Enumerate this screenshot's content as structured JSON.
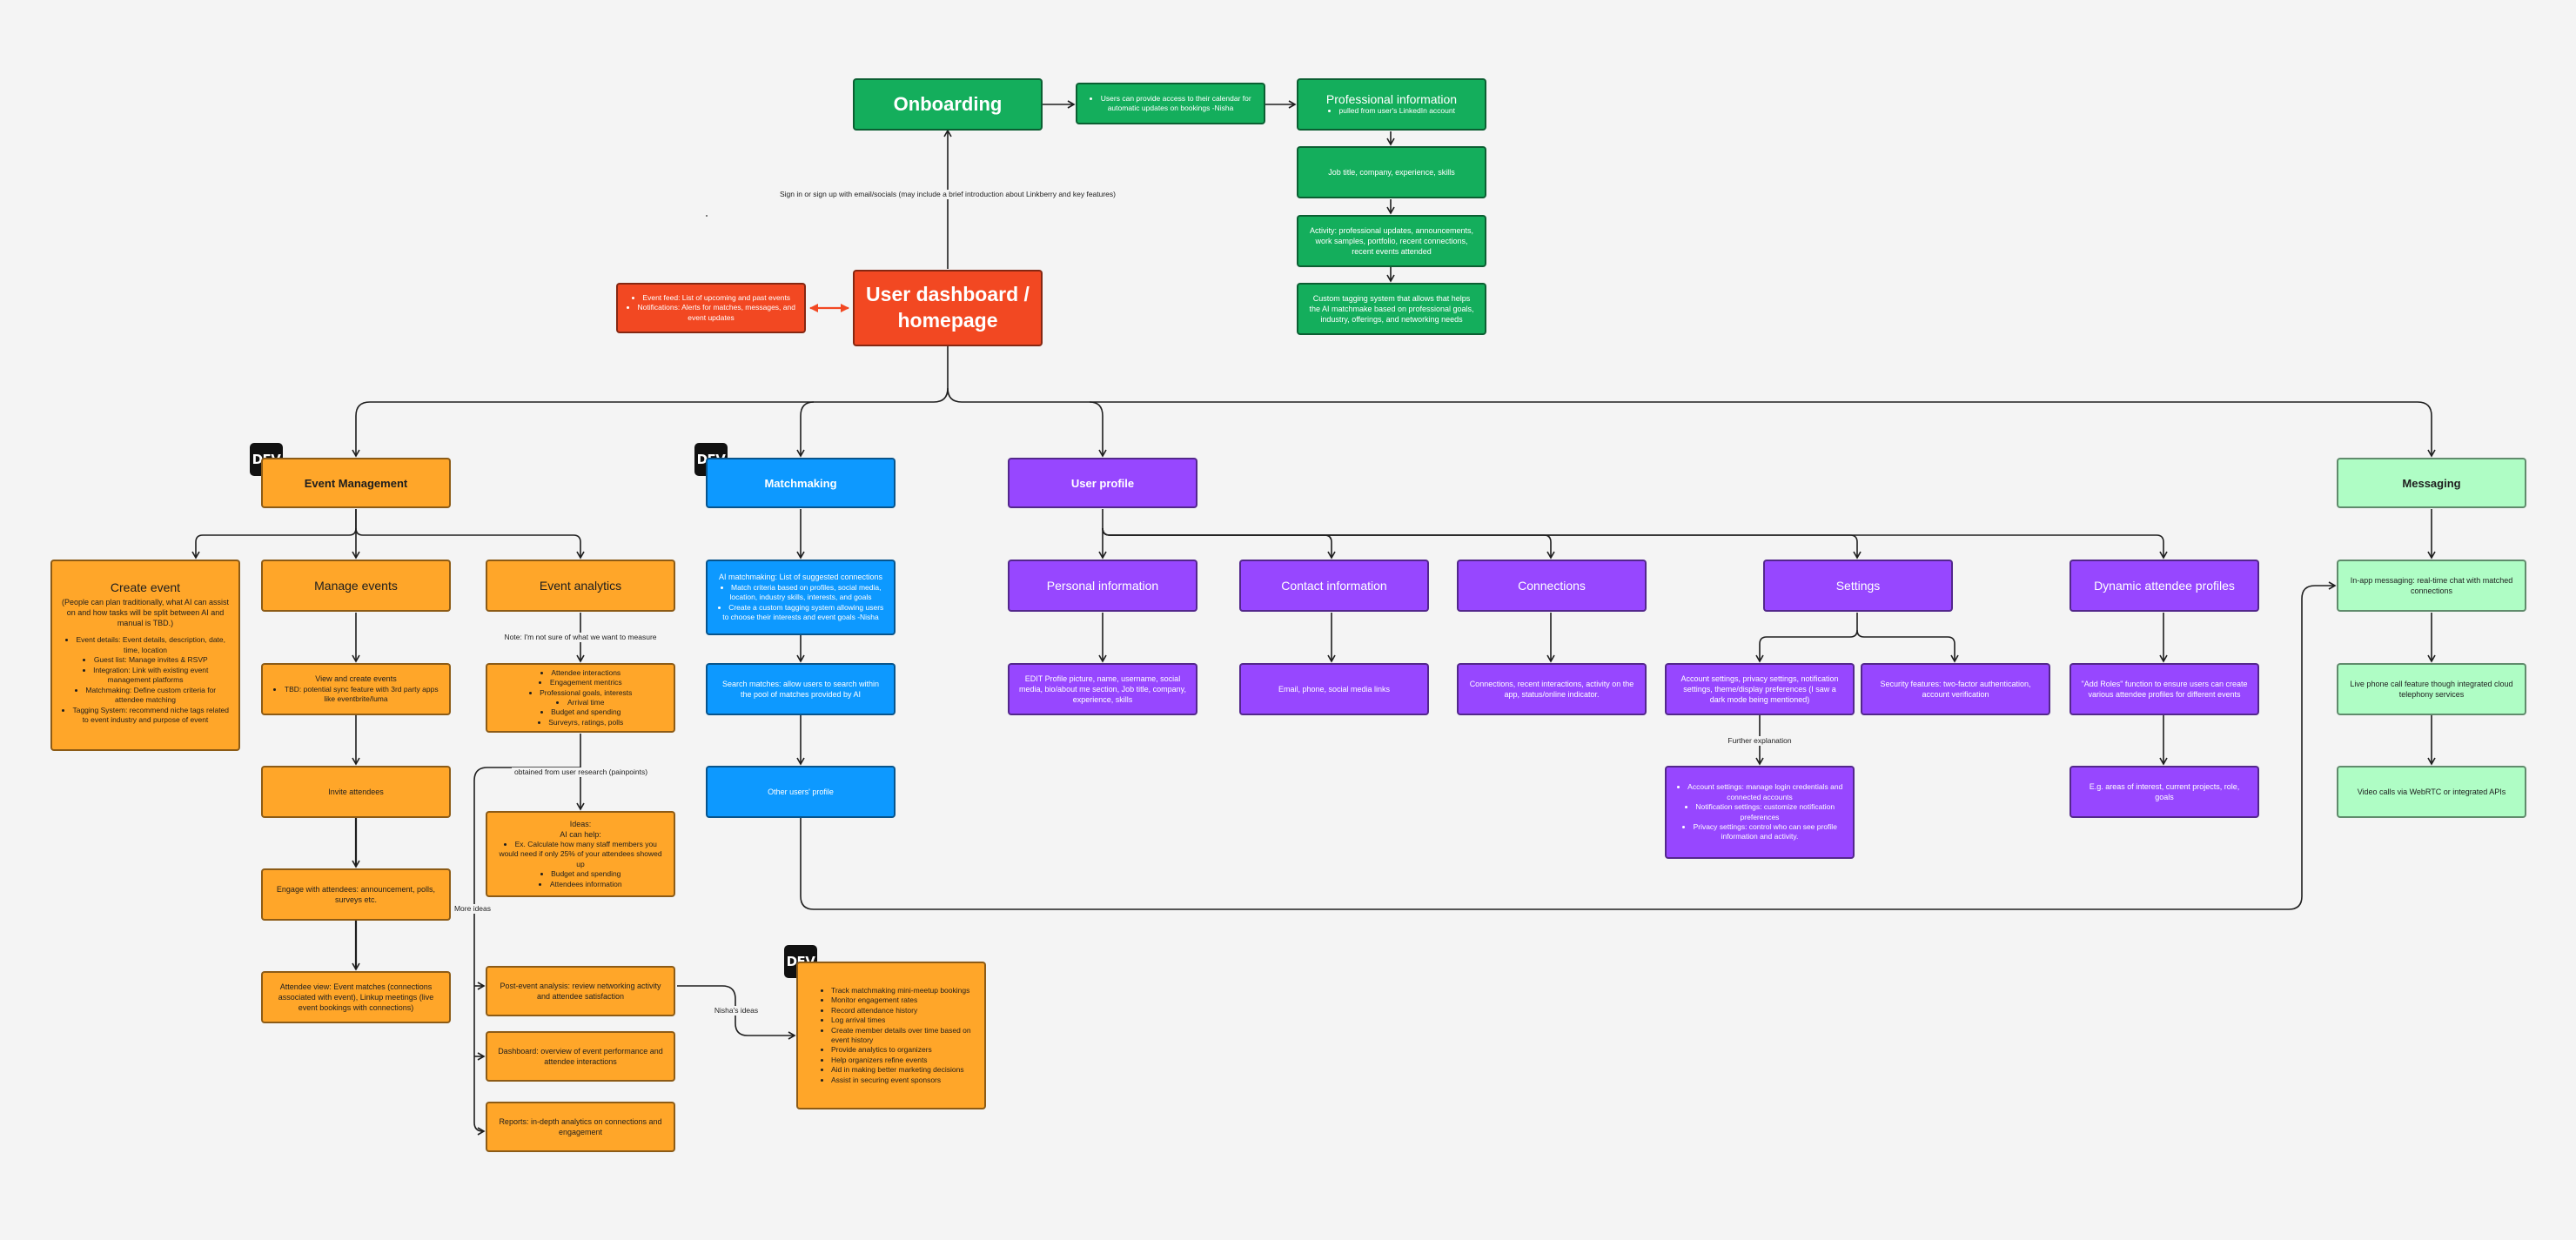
{
  "badge_label": "DEV",
  "colors": {
    "green": "#14ae5c",
    "red": "#f24822",
    "orange": "#ffa629",
    "blue": "#0d99ff",
    "purple": "#9747ff",
    "mint": "#affdc5",
    "canvas": "#f4f4f4"
  },
  "top": {
    "onboarding": "Onboarding",
    "calendar_note": "Users can provide access to their calendar for automatic updates on bookings -Nisha",
    "professional_title": "Professional information",
    "professional_sub": "pulled from user's LinkedIn account",
    "job_title": "Job title, company, experience, skills",
    "activity": "Activity: professional updates, announcements, work samples, portfolio, recent connections, recent events attended",
    "tagging": "Custom tagging system that allows that helps the AI matchmake based on professional goals, industry, offerings, and networking needs",
    "signin_label": "Sign in or sign up with email/socials\n(may include a brief introduction about Linkberry and key features)",
    "dashboard": "User dashboard / homepage",
    "event_feed": [
      "Event feed: List of upcoming and past events",
      "Notifications: Alerts for matches, messages, and event updates"
    ]
  },
  "event_management": {
    "title": "Event Management",
    "create_event_title": "Create event",
    "create_event_intro": "(People can plan traditionally, what AI can assist on and how tasks will be split between AI and manual is TBD.)",
    "create_event_items": [
      "Event details: Event details, description, date, time, location",
      "Guest list: Manage invites & RSVP",
      "Integration: Link with existing event management platforms",
      "Matchmaking: Define custom criteria for attendee matching",
      "Tagging System: recommend niche tags related to event industry and purpose of event"
    ],
    "manage_events": "Manage events",
    "view_create_title": "View and create events",
    "view_create_items": [
      "TBD: potential sync feature with 3rd party apps like eventbrite/luma"
    ],
    "invite": "Invite attendees",
    "engage": "Engage with attendees: announcement, polls, surveys etc.",
    "attendee_view": "Attendee view: Event matches (connections associated with event), Linkup meetings (live event bookings with connections)",
    "event_analytics": "Event analytics",
    "note_unsure": "Note: I'm not sure of what we want to measure",
    "analytics_items": [
      "Attendee interactions",
      "Engagement mentrics",
      "Professional goals, interests",
      "Arrival time",
      "Budget and spending",
      "Surveyrs, ratings, polls"
    ],
    "obtained_label": "obtained from user research (painpoints)",
    "ideas_title": "Ideas:\nAI can help:",
    "ideas_items": [
      "Ex. Calculate how many staff members you would need if only 25% of your attendees showed up",
      "Budget and spending",
      "Attendees information"
    ],
    "more_ideas": "More ideas",
    "post_event": "Post-event analysis: review networking activity and attendee satisfaction",
    "dashboard_overview": "Dashboard: overview of event performance and attendee interactions",
    "reports": "Reports: in-depth analytics on connections and engagement",
    "nisha_ideas": "Nisha's ideas",
    "nisha_items": [
      "Track matchmaking mini-meetup bookings",
      "Monitor engagement rates",
      "Record attendance history",
      "Log arrival times",
      "Create member details over time based on event history",
      "Provide analytics to organizers",
      "Help organizers refine events",
      "Aid in making better marketing decisions",
      "Assist in securing event sponsors"
    ]
  },
  "matchmaking": {
    "title": "Matchmaking",
    "ai_title": "AI matchmaking: List of suggested connections",
    "ai_items": [
      "Match criteria based on profiles, social media, location, industry skills, interests, and goals",
      "Create a custom tagging system allowing users to choose their interests and event goals -Nisha"
    ],
    "search": "Search matches: allow users to search within the pool of matches provided by AI",
    "other": "Other users' profile"
  },
  "user_profile": {
    "title": "User profile",
    "personal": "Personal information",
    "personal_detail": "EDIT Profile picture, name, username, social media, bio/about me section, Job title, company, experience, skills",
    "contact": "Contact information",
    "contact_detail": "Email, phone, social media links",
    "connections": "Connections",
    "connections_detail": "Connections, recent interactions, activity on the app, status/online indicator.",
    "settings": "Settings",
    "account": "Account settings, privacy settings, notification settings, theme/display preferences (I saw a dark mode being mentioned)",
    "security": "Security features: two-factor authentication, account verification",
    "further": "Further explanation",
    "settings_items": [
      "Account settings: manage login credentials and connected accounts",
      "Notification settings: customize notification preferences",
      "Privacy settings: control who can see profile information and activity."
    ],
    "dynamic": "Dynamic attendee profiles",
    "add_roles": "\"Add Roles\" function to ensure users can create various attendee profiles for different events",
    "eg": "E.g. areas of interest, current projects, role, goals"
  },
  "messaging": {
    "title": "Messaging",
    "in_app": "In-app messaging: real-time chat with matched connections",
    "phone": "Live phone call feature though integrated cloud telephony services",
    "video": "Video calls via WebRTC or integrated APIs"
  }
}
